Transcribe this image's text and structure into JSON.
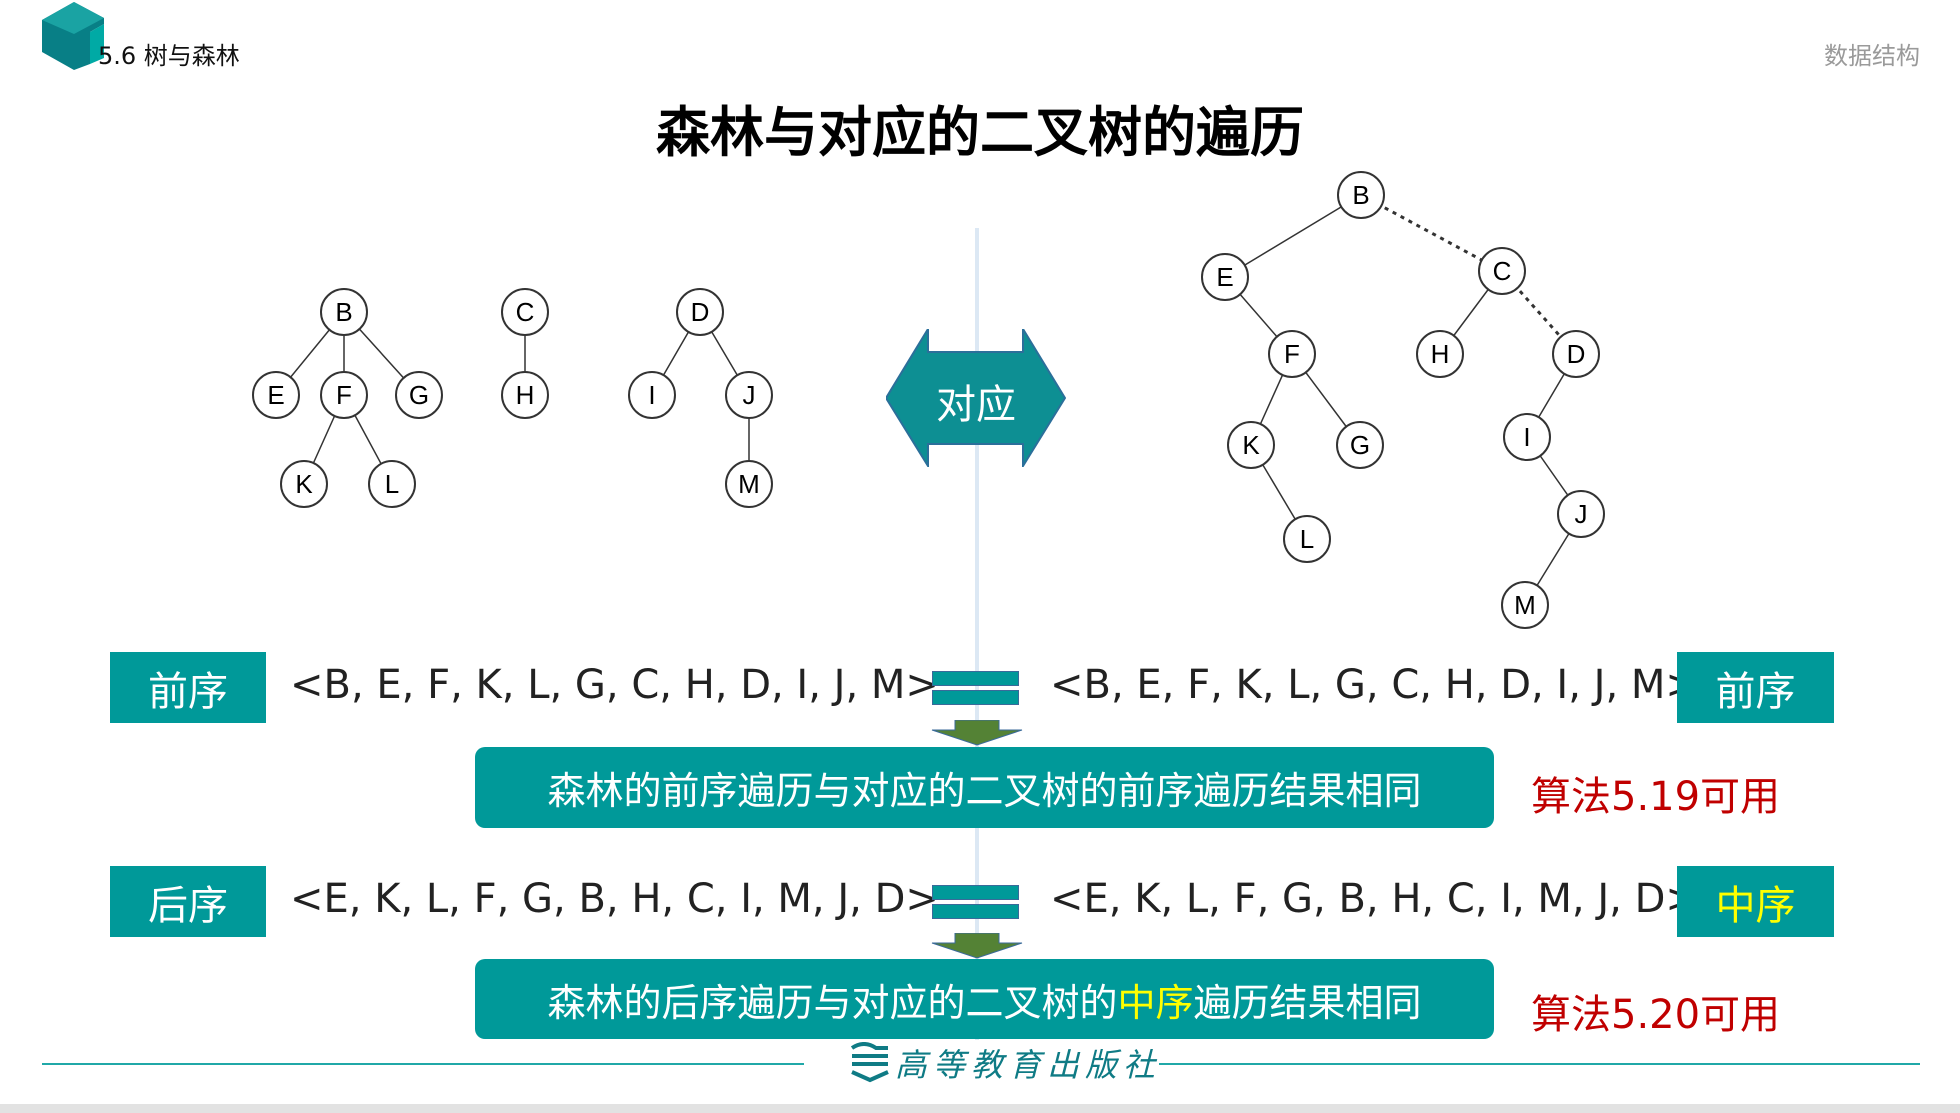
{
  "header": {
    "section": "5.6 树与森林",
    "course": "数据结构"
  },
  "title": "森林与对应的二叉树的遍历",
  "forest": {
    "nodes": [
      "B",
      "E",
      "F",
      "G",
      "K",
      "L",
      "C",
      "H",
      "D",
      "I",
      "J",
      "M"
    ]
  },
  "binary_tree": {
    "nodes": [
      "B",
      "E",
      "C",
      "F",
      "H",
      "D",
      "K",
      "G",
      "I",
      "L",
      "J",
      "M"
    ]
  },
  "correspond_label": "对应",
  "row1": {
    "left_label": "前序",
    "left_seq": "<B, E, F, K, L, G, C, H, D, I, J, M>",
    "right_seq": "<B, E, F, K, L, G, C, H, D, I, J, M>",
    "right_label": "前序",
    "banner": "森林的前序遍历与对应的二叉树的前序遍历结果相同",
    "algo": "算法5.19可用"
  },
  "row2": {
    "left_label": "后序",
    "left_seq": "<E, K, L, F, G, B, H, C, I, M, J, D>",
    "right_seq": "<E, K, L, F, G, B, H, C, I, M, J, D>",
    "right_label": "中序",
    "banner_pre": "森林的后序遍历与对应的二叉树的",
    "banner_hl": "中序",
    "banner_post": "遍历结果相同",
    "algo": "算法5.20可用"
  },
  "publisher": "高等教育出版社",
  "colors": {
    "teal": "#009999",
    "red": "#c00000",
    "highlight": "#ffff00",
    "arrow": "#548235"
  }
}
